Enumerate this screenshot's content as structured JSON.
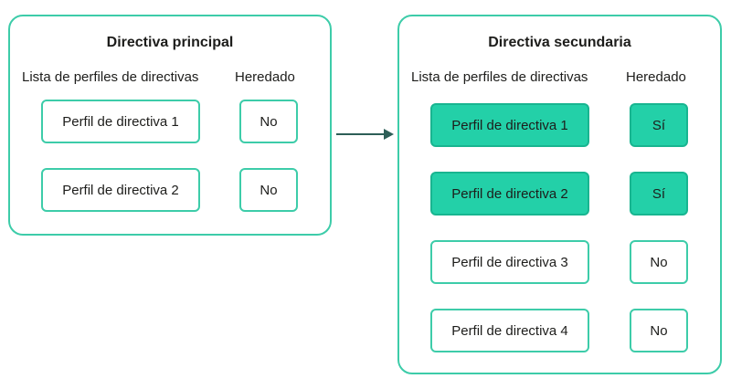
{
  "colors": {
    "accent": "#3dcca9",
    "filled": "#23d0a8"
  },
  "main_policy": {
    "title": "Directiva principal",
    "list_header": "Lista de perfiles de directivas",
    "inherited_header": "Heredado",
    "rows": [
      {
        "profile": "Perfil de directiva 1",
        "inherited": "No"
      },
      {
        "profile": "Perfil de directiva 2",
        "inherited": "No"
      }
    ]
  },
  "secondary_policy": {
    "title": "Directiva secundaria",
    "list_header": "Lista de perfiles de directivas",
    "inherited_header": "Heredado",
    "rows": [
      {
        "profile": "Perfil de directiva 1",
        "inherited": "Sí",
        "highlighted": true
      },
      {
        "profile": "Perfil de directiva 2",
        "inherited": "Sí",
        "highlighted": true
      },
      {
        "profile": "Perfil de directiva 3",
        "inherited": "No",
        "highlighted": false
      },
      {
        "profile": "Perfil de directiva 4",
        "inherited": "No",
        "highlighted": false
      }
    ]
  }
}
